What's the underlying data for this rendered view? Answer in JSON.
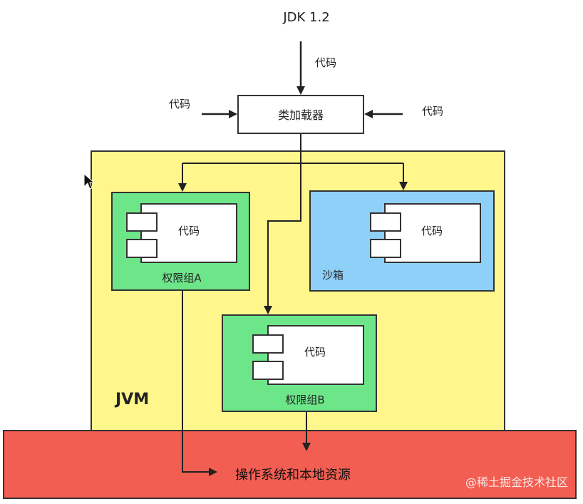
{
  "top_label": "JDK 1.2",
  "edges": {
    "top_code": "代码",
    "left_code": "代码",
    "right_code": "代码"
  },
  "class_loader": {
    "label": "类加载器"
  },
  "jvm": {
    "label": "JVM"
  },
  "group_a": {
    "label": "权限组A",
    "code_label": "代码"
  },
  "sandbox": {
    "label": "沙箱",
    "code_label": "代码"
  },
  "group_b": {
    "label": "权限组B",
    "code_label": "代码"
  },
  "os": {
    "label": "操作系统和本地资源"
  },
  "watermark": "@稀土掘金技术社区",
  "colors": {
    "jvm_fill": "#fff68c",
    "group_fill": "#6de68a",
    "sandbox_fill": "#8ed0f8",
    "os_fill": "#f25e52",
    "box_fill": "#ffffff",
    "line": "#222222"
  }
}
